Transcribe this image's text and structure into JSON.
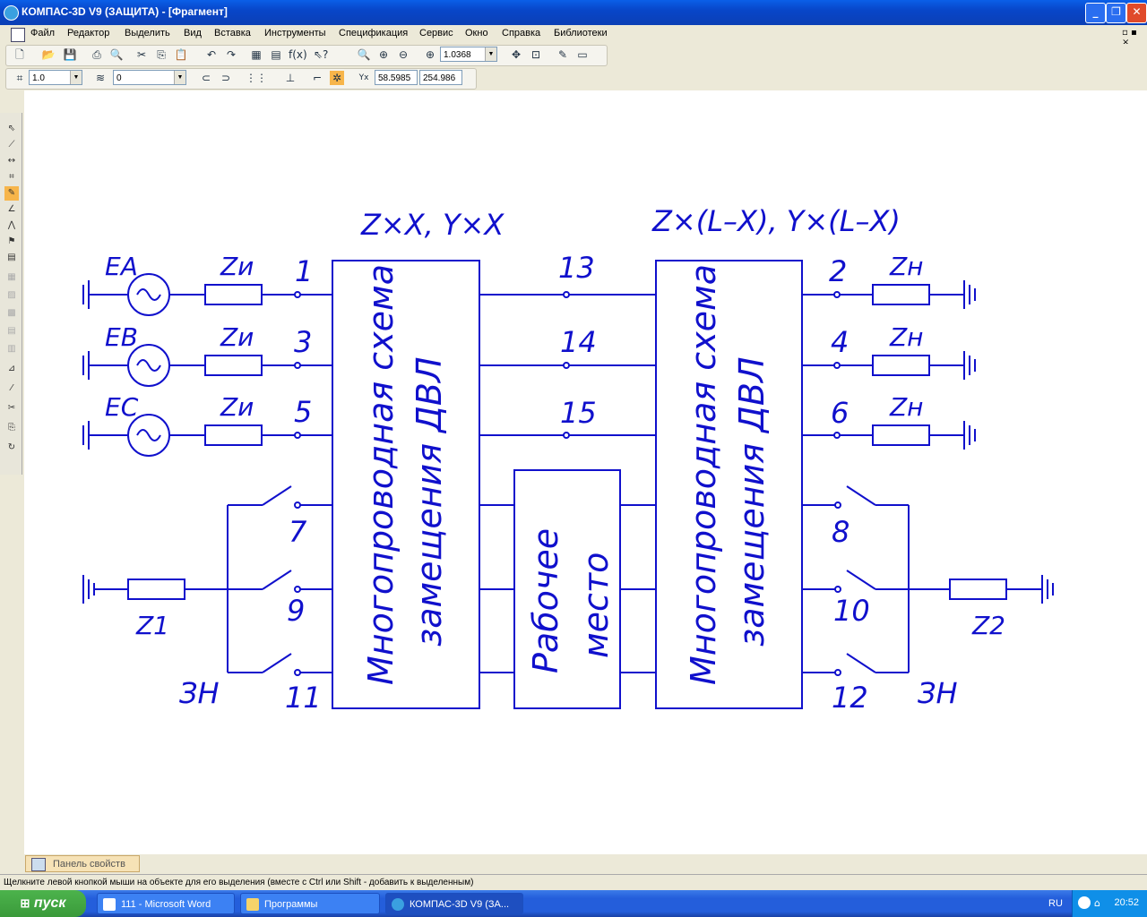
{
  "window": {
    "title": "КОМПАС-3D V9 (ЗАЩИТА) - [Фрагмент]",
    "btn_min": "_",
    "btn_max": "❐",
    "btn_close": "✕"
  },
  "menu": {
    "items": [
      "Файл",
      "Редактор",
      "Выделить",
      "Вид",
      "Вставка",
      "Инструменты",
      "Спецификация",
      "Сервис",
      "Окно",
      "Справка",
      "Библиотеки"
    ]
  },
  "toolbar1": {
    "zoom_value": "1.0368"
  },
  "toolbar2": {
    "step_value": "1.0",
    "layer_value": "0",
    "coord_x": "58.5985",
    "coord_y": "254.986"
  },
  "diagram": {
    "top_label_left": "Z×X, Y×X",
    "top_label_right": "Z×(L–X), Y×(L–X)",
    "block_left": [
      "Многопроводная схема",
      "замещения ДВЛ"
    ],
    "block_right": [
      "Многопроводная схема",
      "замещения ДВЛ"
    ],
    "block_middle": [
      "Рабочее",
      "место"
    ],
    "sources": [
      "EA",
      "EB",
      "EC"
    ],
    "source_impedance": "Zи",
    "load_impedance": "Zн",
    "left_terminals": [
      "1",
      "3",
      "5",
      "7",
      "9",
      "11"
    ],
    "mid_terminals": [
      "13",
      "14",
      "15"
    ],
    "right_terminals": [
      "2",
      "4",
      "6",
      "8",
      "10",
      "12"
    ],
    "z1": "Z1",
    "z2": "Z2",
    "zn_left": "ЗН",
    "zn_right": "ЗН"
  },
  "panel": {
    "properties_tab": "Панель свойств"
  },
  "status": {
    "hint": "Щелкните левой кнопкой мыши на объекте для его выделения (вместе с Ctrl или Shift - добавить к выделенным)"
  },
  "taskbar": {
    "start": "пуск",
    "tasks": [
      "111 - Microsoft Word",
      "Программы",
      "КОМПАС-3D V9 (ЗА..."
    ],
    "lang": "RU",
    "clock": "20:52"
  },
  "colors": {
    "drawing": "#1010cc",
    "titlebar": "#0846c9"
  }
}
